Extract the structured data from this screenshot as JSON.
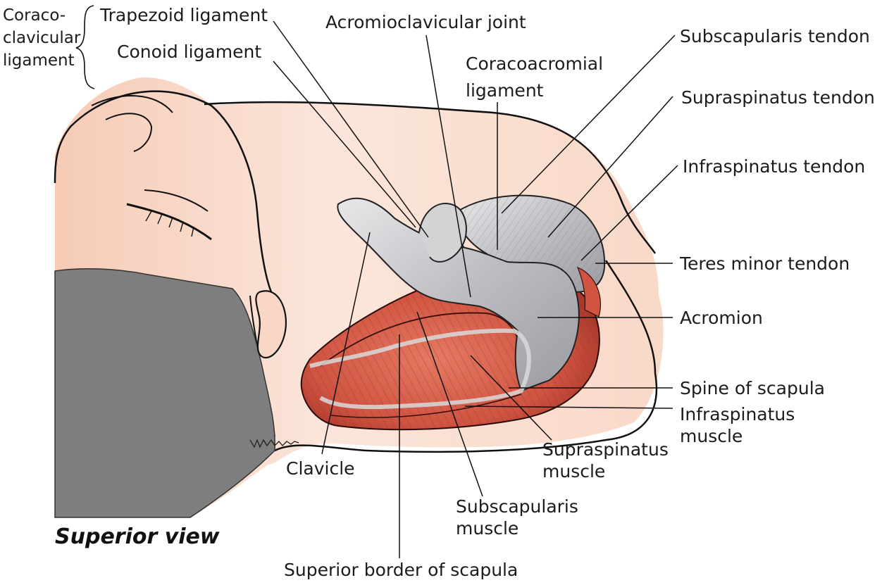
{
  "view_title": "Superior view",
  "brace_group": "Coraco-\nclavicular\nligament",
  "labels": {
    "trapezoid": "Trapezoid ligament",
    "conoid": "Conoid ligament",
    "ac_joint": "Acromioclavicular joint",
    "coracoacromial": "Coracoacromial\nligament",
    "subscap_tendon": "Subscapularis tendon",
    "supra_tendon": "Supraspinatus tendon",
    "infra_tendon": "Infraspinatus tendon",
    "teres_tendon": "Teres minor tendon",
    "acromion": "Acromion",
    "spine": "Spine of scapula",
    "infra_muscle": "Infraspinatus\nmuscle",
    "supra_muscle": "Supraspinatus\nmuscle",
    "subscap_muscle": "Subscapularis\nmuscle",
    "clavicle": "Clavicle",
    "sup_border": "Superior border of scapula"
  },
  "colors": {
    "skin": "#fbe3d6",
    "skin_shadow": "#f3c3ab",
    "hair": "#7e7e7e",
    "muscle": "#d9604c",
    "muscle_dark": "#b23a2b",
    "tendon": "#c9c9c9",
    "outline": "#111111"
  }
}
